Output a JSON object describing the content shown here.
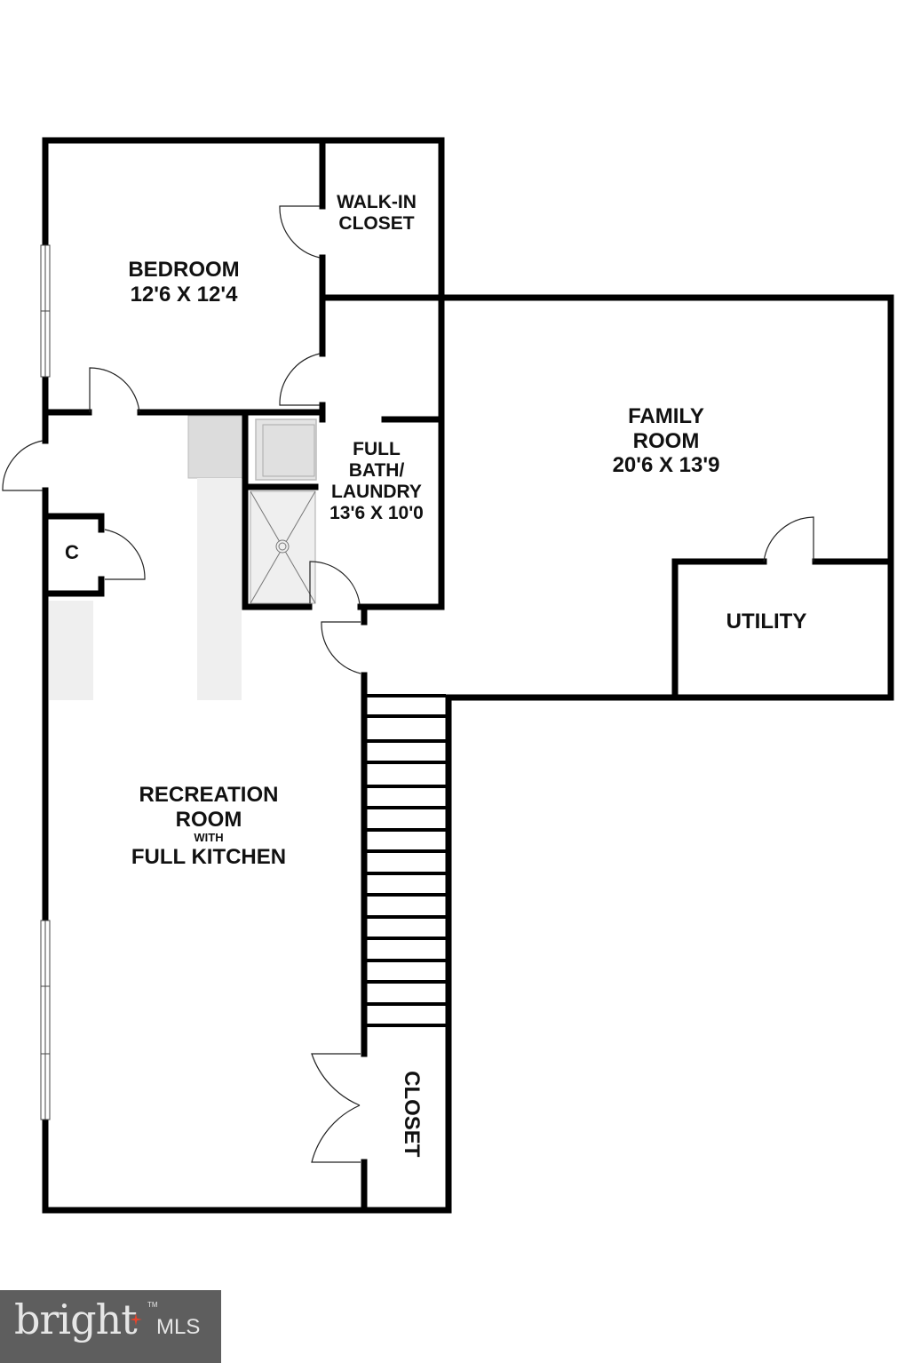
{
  "floorplan": {
    "rooms": {
      "bedroom": {
        "name": "BEDROOM",
        "dims": "12'6 X 12'4"
      },
      "walk_in_closet": {
        "line1": "WALK-IN",
        "line2": "CLOSET"
      },
      "full_bath": {
        "line1": "FULL",
        "line2": "BATH/",
        "line3": "LAUNDRY",
        "dims": "13'6 X 10'0"
      },
      "family_room": {
        "line1": "FAMILY",
        "line2": "ROOM",
        "dims": "20'6 X 13'9"
      },
      "utility": {
        "name": "UTILITY"
      },
      "closet_small": {
        "name": "C"
      },
      "recreation_room": {
        "line1": "RECREATION",
        "line2": "ROOM",
        "line3": "WITH",
        "line4": "FULL KITCHEN"
      },
      "closet": {
        "name": "CLOSET"
      }
    },
    "stairs": {
      "tread_count": 15
    },
    "colors": {
      "wall": "#000000",
      "fixture_fill": "#e4e4e4",
      "counter_fill": "#efefef",
      "background": "#ffffff"
    }
  },
  "logo": {
    "word": "bright",
    "suffix": "MLS",
    "trademark": "TM",
    "accent_color": "#e8442c",
    "background": "#5e5e5e"
  }
}
